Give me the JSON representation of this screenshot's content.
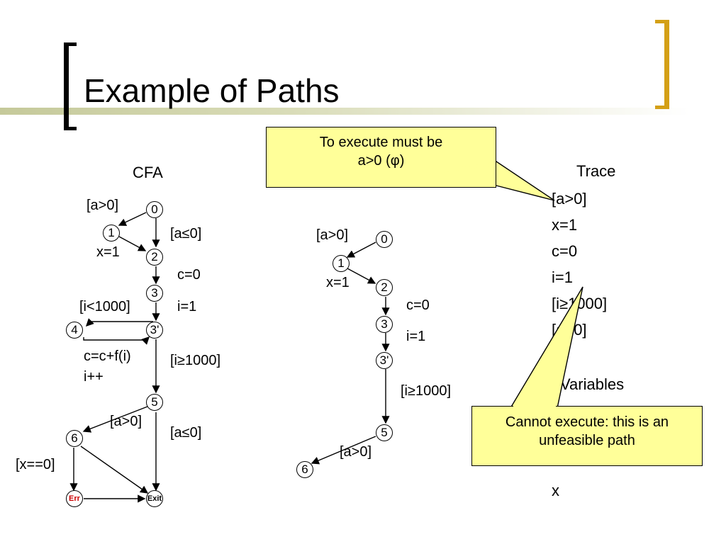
{
  "slide": {
    "title": "Example of Paths"
  },
  "cfa": {
    "heading": "CFA",
    "nodes": {
      "n0": "0",
      "n1": "1",
      "n2": "2",
      "n3": "3",
      "n3p": "3'",
      "n4": "4",
      "n5": "5",
      "n6": "6",
      "err": "Err",
      "exit": "Exit"
    },
    "labels": {
      "a_gt0_top": "[a>0]",
      "a_le0_top": "[a≤0]",
      "x_eq1": "x=1",
      "c_eq0": "c=0",
      "i_lt1000": "[i<1000]",
      "i_eq1": "i=1",
      "c_update": "c=c+f(i)",
      "i_inc": "i++",
      "i_ge1000": "[i≥1000]",
      "a_gt0_bottom": "[a>0]",
      "a_le0_bottom": "[a≤0]",
      "x_eq0": "[x==0]"
    }
  },
  "path": {
    "nodes": {
      "n0": "0",
      "n1": "1",
      "n2": "2",
      "n3": "3",
      "n3p": "3'",
      "n5": "5",
      "n6": "6"
    },
    "labels": {
      "a_gt0_top": "[a>0]",
      "x_eq1": "x=1",
      "c_eq0": "c=0",
      "i_eq1": "i=1",
      "i_ge1000": "[i≥1000]",
      "a_gt0_bottom": "[a>0]"
    }
  },
  "trace": {
    "heading": "Trace",
    "lines": [
      "[a>0]",
      "x=1",
      "c=0",
      "i=1",
      "[i≥1000]",
      "[a>0]"
    ],
    "variables_heading": "Variables",
    "variables_last": "x"
  },
  "callouts": {
    "top": {
      "line1": "To execute must be",
      "line2": "a>0 (φ)"
    },
    "bottom": {
      "line1": "Cannot execute: this is an",
      "line2": "unfeasible path"
    }
  },
  "colors": {
    "callout_fill": "#ffff99",
    "accent_bracket": "#d4a017",
    "err_text": "#cc0000"
  }
}
